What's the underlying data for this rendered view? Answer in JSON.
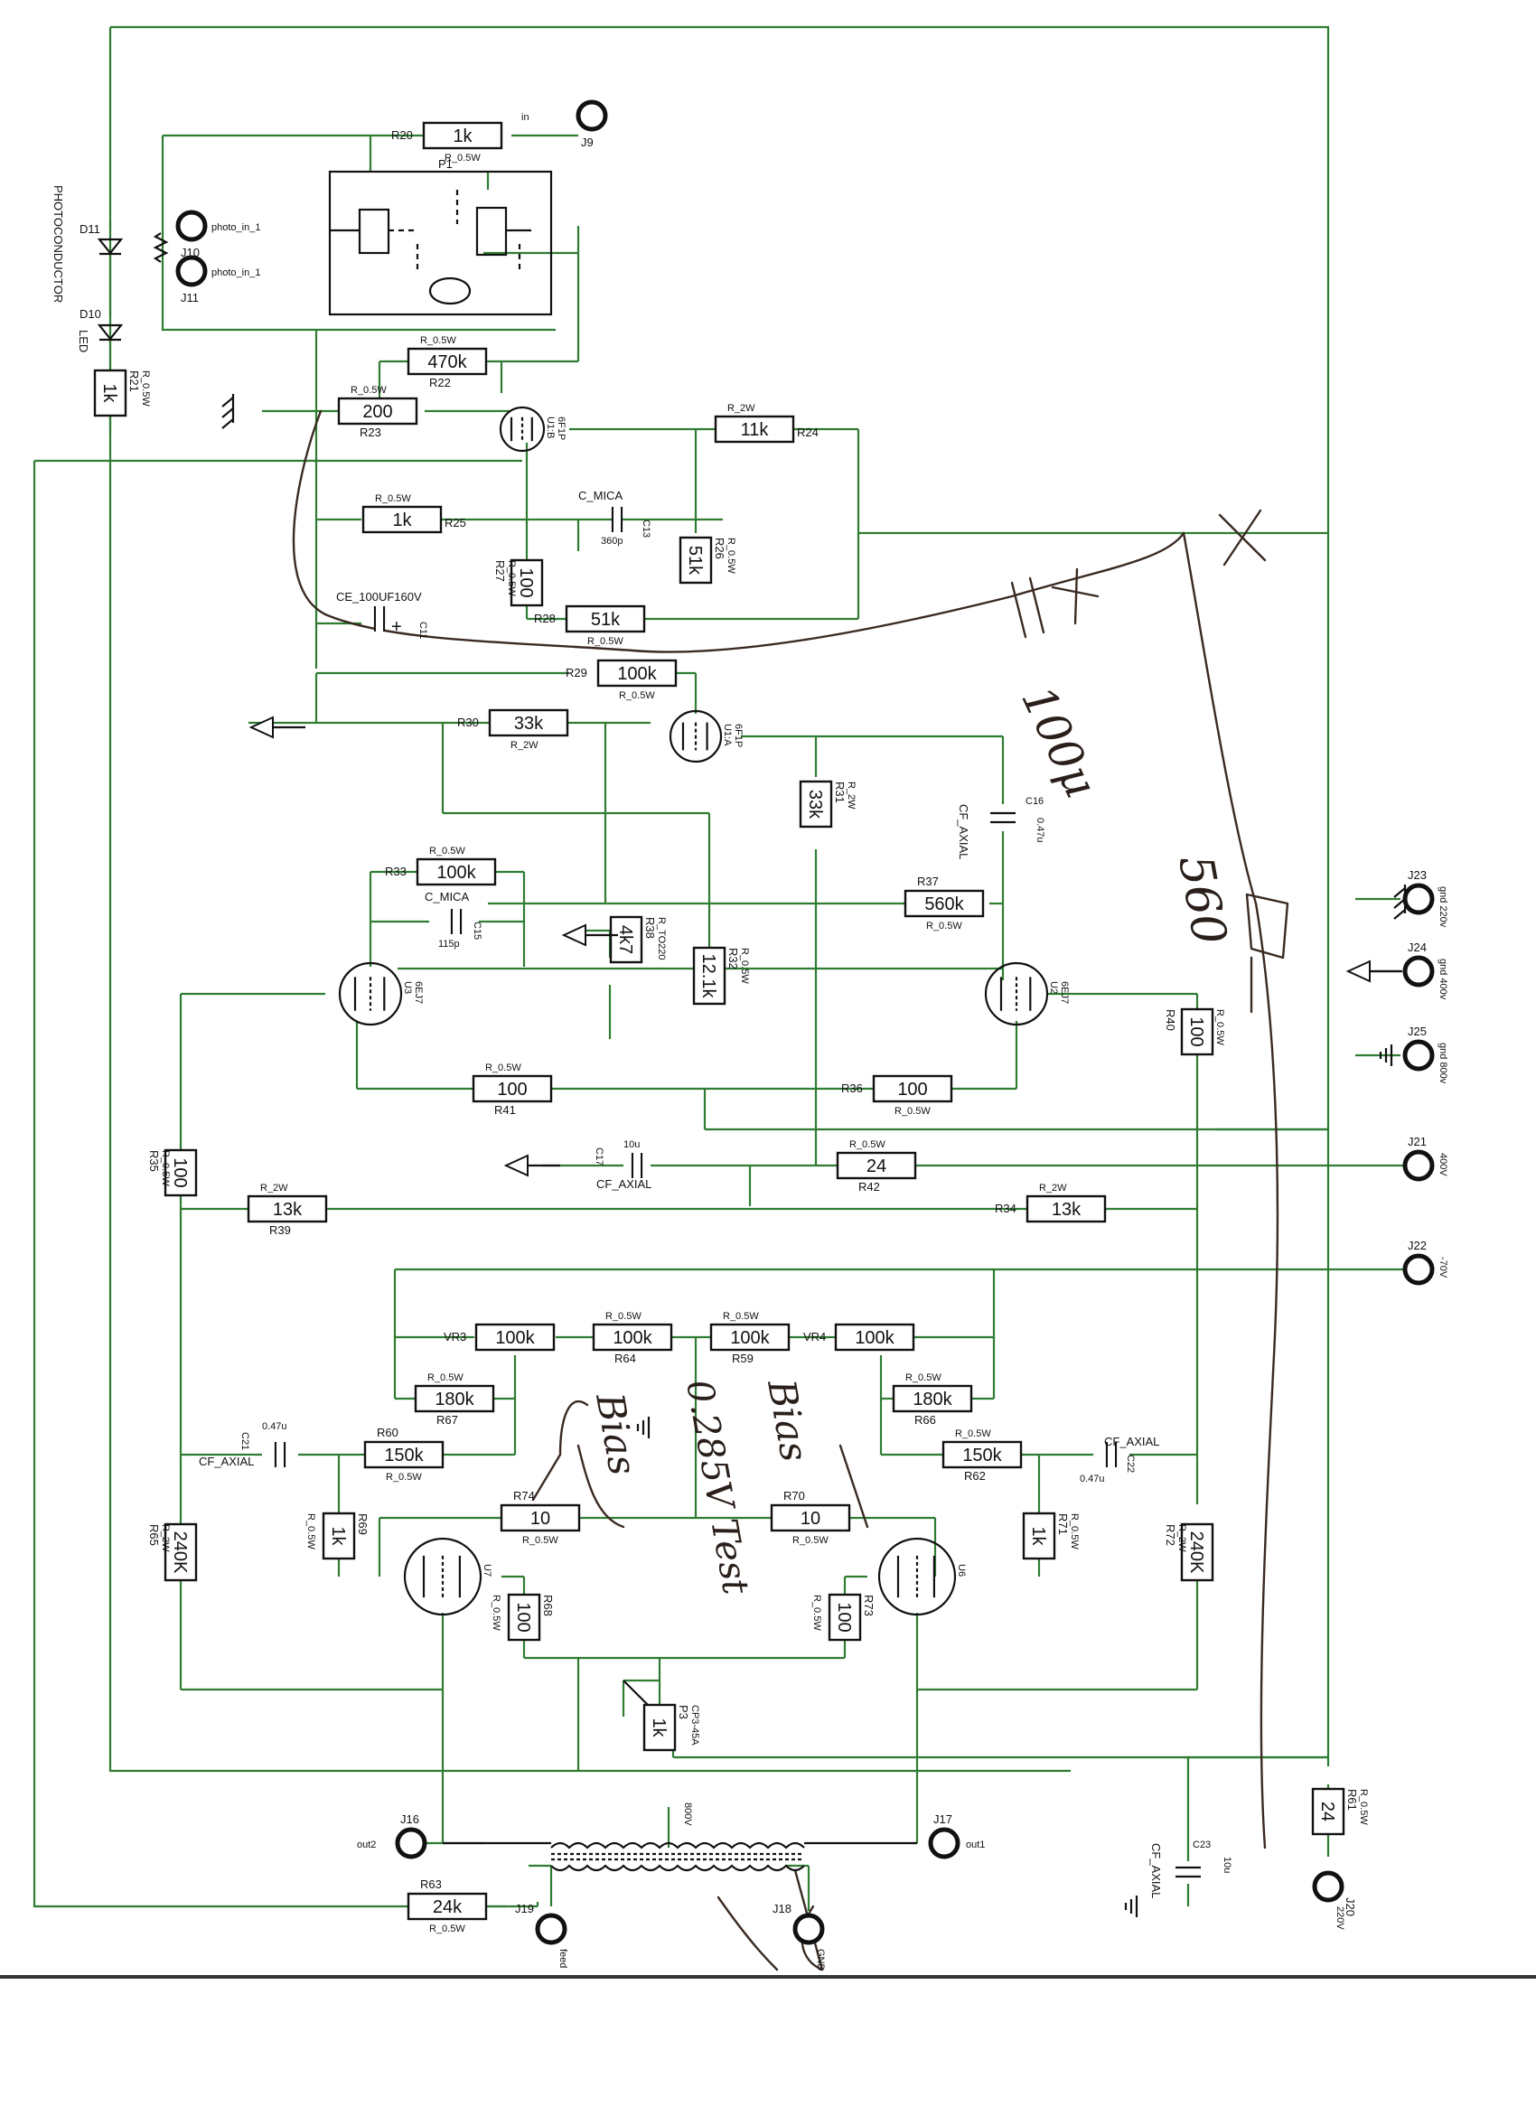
{
  "resistors": [
    {
      "ref": "R20",
      "value": "1k",
      "spec": "R_0.5W"
    },
    {
      "ref": "R21",
      "value": "1k",
      "spec": "R_0.5W"
    },
    {
      "ref": "R22",
      "value": "470k",
      "spec": "R_0.5W"
    },
    {
      "ref": "R23",
      "value": "200",
      "spec": "R_0.5W"
    },
    {
      "ref": "R24",
      "value": "11k",
      "spec": "R_2W"
    },
    {
      "ref": "R25",
      "value": "1k",
      "spec": "R_0.5W"
    },
    {
      "ref": "R27",
      "value": "100",
      "spec": "R_0.5W"
    },
    {
      "ref": "R26",
      "value": "51k",
      "spec": "R_0.5W"
    },
    {
      "ref": "R28",
      "value": "51k",
      "spec": "R_0.5W"
    },
    {
      "ref": "R29",
      "value": "100k",
      "spec": "R_0.5W"
    },
    {
      "ref": "R30",
      "value": "33k",
      "spec": "R_2W"
    },
    {
      "ref": "R31",
      "value": "33k",
      "spec": "R_2W"
    },
    {
      "ref": "R33",
      "value": "100k",
      "spec": "R_0.5W"
    },
    {
      "ref": "R37",
      "value": "560k",
      "spec": "R_0.5W"
    },
    {
      "ref": "R38",
      "value": "4k7",
      "spec": "R_TO220"
    },
    {
      "ref": "R32",
      "value": "12.1k",
      "spec": "R_0.5W"
    },
    {
      "ref": "R41",
      "value": "100",
      "spec": "R_0.5W"
    },
    {
      "ref": "R36",
      "value": "100",
      "spec": "R_0.5W"
    },
    {
      "ref": "R40",
      "value": "100",
      "spec": "R_0.5W"
    },
    {
      "ref": "R35",
      "value": "100",
      "spec": "R_0.5W"
    },
    {
      "ref": "R42",
      "value": "24",
      "spec": "R_0.5W"
    },
    {
      "ref": "R39",
      "value": "13k",
      "spec": "R_2W"
    },
    {
      "ref": "R34",
      "value": "13k",
      "spec": "R_2W"
    },
    {
      "ref": "VR3",
      "value": "100k",
      "spec": ""
    },
    {
      "ref": "R64",
      "value": "100k",
      "spec": "R_0.5W"
    },
    {
      "ref": "R59",
      "value": "100k",
      "spec": "R_0.5W"
    },
    {
      "ref": "VR4",
      "value": "100k",
      "spec": ""
    },
    {
      "ref": "R67",
      "value": "180k",
      "spec": "R_0.5W"
    },
    {
      "ref": "R66",
      "value": "180k",
      "spec": "R_0.5W"
    },
    {
      "ref": "R60",
      "value": "150k",
      "spec": "R_0.5W"
    },
    {
      "ref": "R62",
      "value": "150k",
      "spec": "R_0.5W"
    },
    {
      "ref": "R74",
      "value": "10",
      "spec": "R_0.5W"
    },
    {
      "ref": "R70",
      "value": "10",
      "spec": "R_0.5W"
    },
    {
      "ref": "R69",
      "value": "1k",
      "spec": "R_0.5W"
    },
    {
      "ref": "R71",
      "value": "1k",
      "spec": "R_0.5W"
    },
    {
      "ref": "R65",
      "value": "240K",
      "spec": "R_2W"
    },
    {
      "ref": "R72",
      "value": "240K",
      "spec": "R_2W"
    },
    {
      "ref": "R68",
      "value": "100",
      "spec": "R_0.5W"
    },
    {
      "ref": "R73",
      "value": "100",
      "spec": "R_0.5W"
    },
    {
      "ref": "P3",
      "value": "1k",
      "spec": "CP3-45A"
    },
    {
      "ref": "R61",
      "value": "24",
      "spec": "R_0.5W"
    },
    {
      "ref": "R63",
      "value": "24k",
      "spec": "R_0.5W"
    }
  ],
  "capacitors": [
    {
      "ref": "C13",
      "type": "C_MICA",
      "value": "360p"
    },
    {
      "ref": "C11",
      "type": "CE_100UF160V",
      "value": ""
    },
    {
      "ref": "C15",
      "type": "C_MICA",
      "value": "115p"
    },
    {
      "ref": "C16",
      "type": "CF_AXIAL",
      "value": "0.47u"
    },
    {
      "ref": "C17",
      "type": "CF_AXIAL",
      "value": "10u"
    },
    {
      "ref": "C21",
      "type": "CF_AXIAL",
      "value": "0.47u"
    },
    {
      "ref": "C22",
      "type": "CF_AXIAL",
      "value": "0.47u"
    },
    {
      "ref": "C23",
      "type": "CF_AXIAL",
      "value": "10u"
    }
  ],
  "tubes": [
    {
      "ref": "U1:B",
      "type": "6F1P"
    },
    {
      "ref": "U1:A",
      "type": "6F1P"
    },
    {
      "ref": "U3",
      "type": "6EJ7"
    },
    {
      "ref": "U2",
      "type": "6EJ7"
    },
    {
      "ref": "U7",
      "type": ""
    },
    {
      "ref": "U6",
      "type": ""
    }
  ],
  "connectors": [
    {
      "ref": "J9",
      "label": "in"
    },
    {
      "ref": "J10",
      "label": "photo_in_1"
    },
    {
      "ref": "J11",
      "label": "photo_in_1"
    },
    {
      "ref": "J23",
      "label": "gnd 220v"
    },
    {
      "ref": "J24",
      "label": "gnd 400v"
    },
    {
      "ref": "J25",
      "label": "gnd 800v"
    },
    {
      "ref": "J21",
      "label": "400V"
    },
    {
      "ref": "J22",
      "label": "-70V"
    },
    {
      "ref": "J16",
      "label": "out2"
    },
    {
      "ref": "J17",
      "label": "out1"
    },
    {
      "ref": "J19",
      "label": "feed"
    },
    {
      "ref": "J18",
      "label": "GND"
    },
    {
      "ref": "J20",
      "label": "220V"
    }
  ],
  "misc": {
    "d11": "D11",
    "d10": "D10",
    "photoconductor": "PHOTOCONDUCTOR",
    "led": "LED",
    "p1": "P1",
    "transformer_tap": "800V"
  },
  "handwritten": {
    "cap_value": "100μ",
    "resistor_value": "560",
    "bias_left": "Bias",
    "bias_right": "Bias",
    "test_note": "0.285V Test"
  }
}
